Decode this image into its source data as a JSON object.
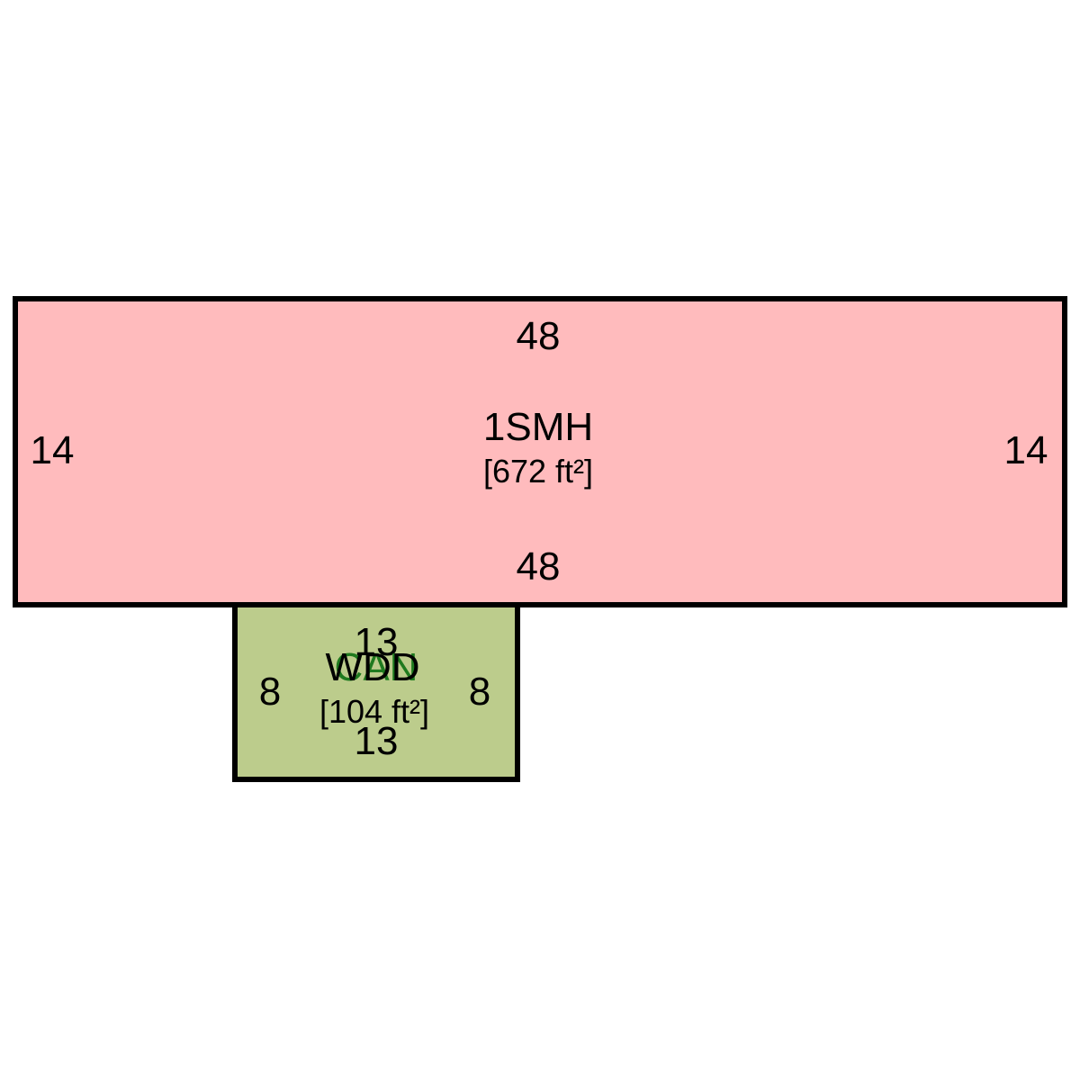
{
  "colors": {
    "main_fill": "#ffbbbd",
    "addition_fill": "#bccc8c",
    "outline": "#000000",
    "overlay_text": "#1f7a1f"
  },
  "main_building": {
    "label": "1SMH",
    "area": "[672 ft²]",
    "dim_top": "48",
    "dim_bottom": "48",
    "dim_left": "14",
    "dim_right": "14"
  },
  "addition": {
    "label": "WDD",
    "overlay_label": "CAN",
    "area": "[104 ft²]",
    "dim_top": "13",
    "dim_bottom": "13",
    "dim_left": "8",
    "dim_right": "8"
  }
}
